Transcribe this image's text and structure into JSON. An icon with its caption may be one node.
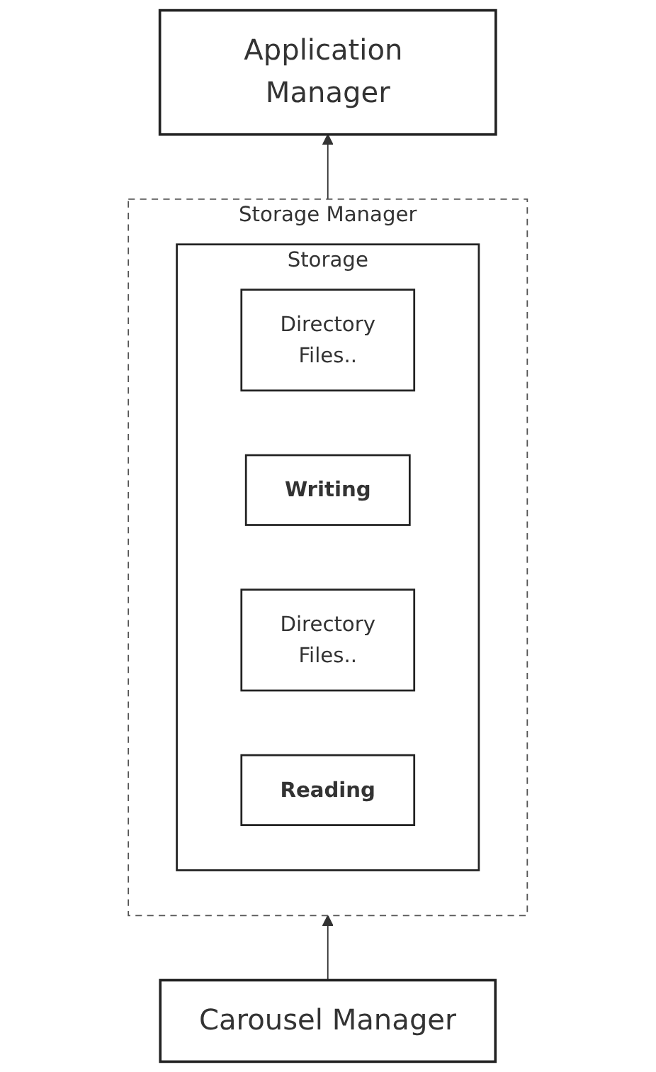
{
  "diagram": {
    "nodes": [
      {
        "text": [
          "Application Manager"
        ]
      },
      {
        "text": [
          "Storage Manager"
        ]
      },
      {
        "text": [
          "Storage"
        ],
        "in": 1
      },
      {
        "text": [
          "Directory",
          "Files.."
        ],
        "in": 2
      },
      {
        "text": [
          "Writing"
        ],
        "in": 2
      },
      {
        "text": [
          "Directory",
          "Files.."
        ],
        "in": 2
      },
      {
        "text": [
          "Reading"
        ],
        "in": 2
      },
      {
        "text": [
          "Carousel Manager"
        ]
      }
    ],
    "edges": [
      {
        "from": 1,
        "to": 0,
        "arrow": "to"
      },
      {
        "from": 7,
        "to": 1,
        "arrow": "to"
      }
    ]
  }
}
